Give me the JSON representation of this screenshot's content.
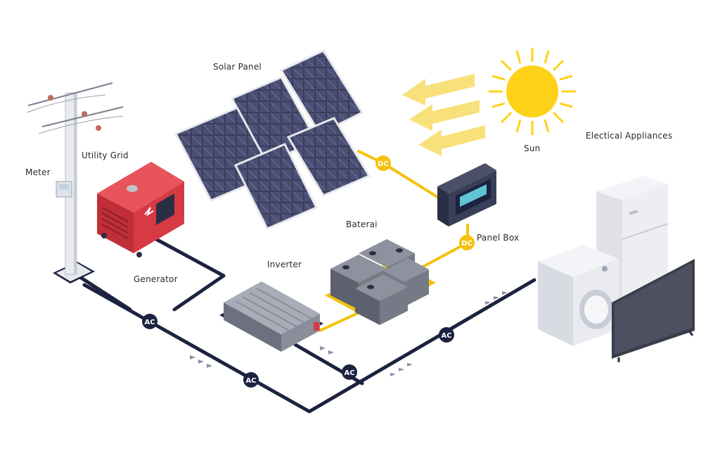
{
  "labels": {
    "solar_panel": "Solar Panel",
    "sun": "Sun",
    "utility_grid": "Utility Grid",
    "meter": "Meter",
    "generator": "Generator",
    "inverter": "Inverter",
    "baterai": "Baterai",
    "panel_box": "Panel Box",
    "appliances": "Electical Appliances"
  },
  "tags": {
    "ac": "AC",
    "dc": "DC"
  },
  "colors": {
    "ac_line": "#1c2340",
    "dc_line": "#f4c20d",
    "sun": "#ffd21a",
    "generator": "#d83a44",
    "panel_cell": "#3a3d5c"
  }
}
